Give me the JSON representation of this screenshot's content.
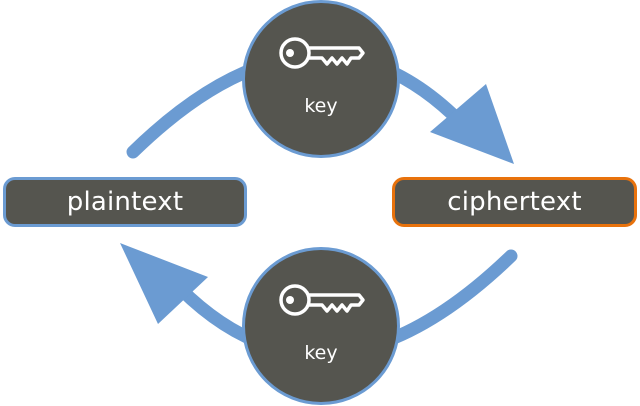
{
  "nodes": {
    "plaintext": {
      "label": "plaintext",
      "border_color": "#6b9bd2"
    },
    "ciphertext": {
      "label": "ciphertext",
      "border_color": "#e8720c"
    },
    "encrypt_key": {
      "label": "key",
      "icon": "key-icon"
    },
    "decrypt_key": {
      "label": "key",
      "icon": "key-icon"
    }
  },
  "colors": {
    "node_fill": "#55554f",
    "arrow": "#6b9bd2",
    "text": "#ffffff"
  }
}
